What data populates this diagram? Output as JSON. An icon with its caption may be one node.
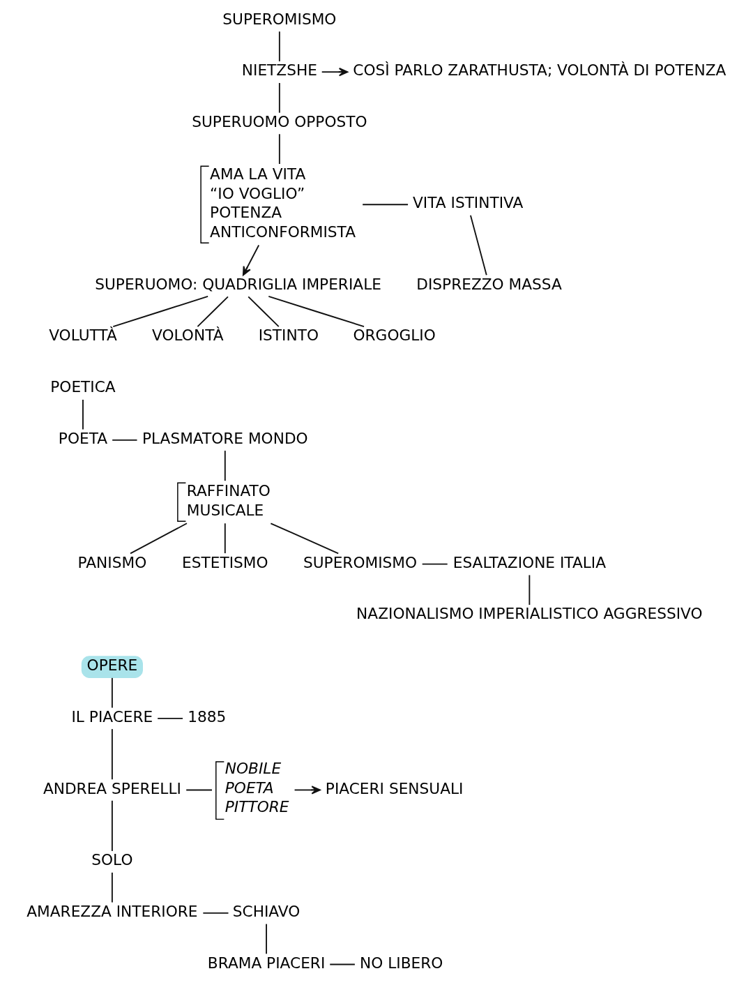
{
  "diagram": {
    "nodes": [
      {
        "text": [
          "SUPEROMISMO"
        ]
      },
      {
        "text": [
          "NIETZSHE"
        ]
      },
      {
        "text": [
          "COSÌ PARLO ZARATHUSTA; VOLONTÀ DI POTENZA"
        ]
      },
      {
        "text": [
          "SUPERUOMO OPPOSTO"
        ]
      },
      {
        "text": [
          "AMA LA VITA",
          "“IO VOGLIO”",
          "POTENZA",
          "ANTICONFORMISTA"
        ]
      },
      {
        "text": [
          "VITA ISTINTIVA"
        ]
      },
      {
        "text": [
          "DISPREZZO MASSA"
        ]
      },
      {
        "text": [
          "SUPERUOMO: QUADRIGLIA IMPERIALE"
        ]
      },
      {
        "text": [
          "VOLUTTÀ"
        ]
      },
      {
        "text": [
          "VOLONTÀ"
        ]
      },
      {
        "text": [
          "ISTINTO"
        ]
      },
      {
        "text": [
          "ORGOGLIO"
        ]
      },
      {
        "text": [
          "POETICA"
        ]
      },
      {
        "text": [
          "POETA"
        ]
      },
      {
        "text": [
          "PLASMATORE MONDO"
        ]
      },
      {
        "text": [
          "RAFFINATO",
          "MUSICALE"
        ]
      },
      {
        "text": [
          "PANISMO"
        ]
      },
      {
        "text": [
          "ESTETISMO"
        ]
      },
      {
        "text": [
          "SUPEROMISMO"
        ]
      },
      {
        "text": [
          "ESALTAZIONE ITALIA"
        ]
      },
      {
        "text": [
          "NAZIONALISMO IMPERIALISTICO AGGRESSIVO"
        ]
      },
      {
        "text": [
          "OPERE"
        ]
      },
      {
        "text": [
          "IL PIACERE"
        ]
      },
      {
        "text": [
          "1885"
        ]
      },
      {
        "text": [
          "ANDREA SPERELLI"
        ]
      },
      {
        "text": [
          "NOBILE",
          "POETA",
          "PITTORE"
        ]
      },
      {
        "text": [
          "PIACERI SENSUALI"
        ]
      },
      {
        "text": [
          "SOLO"
        ]
      },
      {
        "text": [
          "AMAREZZA INTERIORE"
        ]
      },
      {
        "text": [
          "SCHIAVO"
        ]
      },
      {
        "text": [
          "BRAMA PIACERI"
        ]
      },
      {
        "text": [
          "NO LIBERO"
        ]
      }
    ],
    "edges": [
      {
        "from": 0,
        "to": 1,
        "arrow": "none"
      },
      {
        "from": 1,
        "to": 2,
        "arrow": "to"
      },
      {
        "from": 1,
        "to": 3,
        "arrow": "none"
      },
      {
        "from": 3,
        "to": 4,
        "arrow": "none"
      },
      {
        "from": 4,
        "to": 5,
        "arrow": "none"
      },
      {
        "from": 5,
        "to": 6,
        "arrow": "none"
      },
      {
        "from": 4,
        "to": 7,
        "arrow": "to"
      },
      {
        "from": 7,
        "to": 8,
        "arrow": "none"
      },
      {
        "from": 7,
        "to": 9,
        "arrow": "none"
      },
      {
        "from": 7,
        "to": 10,
        "arrow": "none"
      },
      {
        "from": 7,
        "to": 11,
        "arrow": "none"
      },
      {
        "from": 12,
        "to": 13,
        "arrow": "none"
      },
      {
        "from": 13,
        "to": 14,
        "arrow": "none"
      },
      {
        "from": 14,
        "to": 15,
        "arrow": "none"
      },
      {
        "from": 15,
        "to": 16,
        "arrow": "none"
      },
      {
        "from": 15,
        "to": 17,
        "arrow": "none"
      },
      {
        "from": 15,
        "to": 18,
        "arrow": "none"
      },
      {
        "from": 18,
        "to": 19,
        "arrow": "none"
      },
      {
        "from": 19,
        "to": 20,
        "arrow": "none"
      },
      {
        "from": 21,
        "to": 22,
        "arrow": "none"
      },
      {
        "from": 22,
        "to": 23,
        "arrow": "none"
      },
      {
        "from": 22,
        "to": 24,
        "arrow": "none"
      },
      {
        "from": 24,
        "to": 25,
        "arrow": "none"
      },
      {
        "from": 25,
        "to": 26,
        "arrow": "to"
      },
      {
        "from": 24,
        "to": 27,
        "arrow": "none"
      },
      {
        "from": 27,
        "to": 28,
        "arrow": "none"
      },
      {
        "from": 28,
        "to": 29,
        "arrow": "none"
      },
      {
        "from": 29,
        "to": 30,
        "arrow": "none"
      },
      {
        "from": 30,
        "to": 31,
        "arrow": "none"
      }
    ]
  }
}
